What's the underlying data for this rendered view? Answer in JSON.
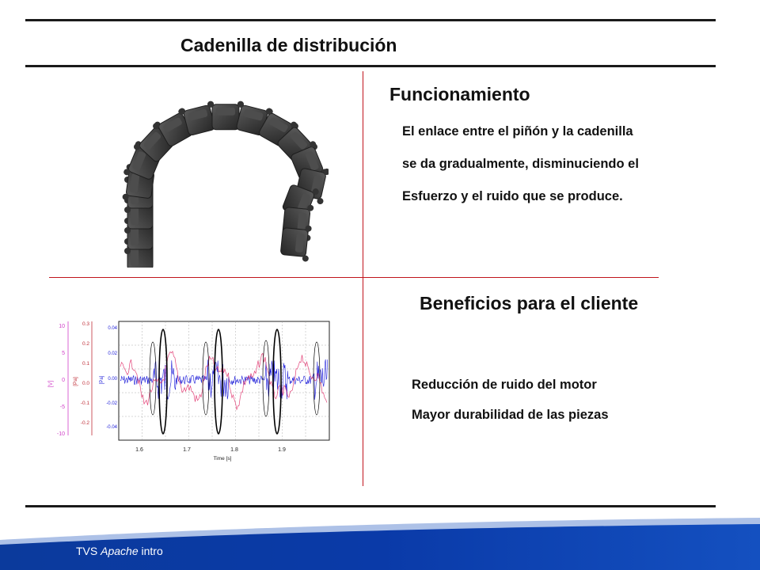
{
  "slide": {
    "title": "Cadenilla de distribución",
    "funcionamiento": {
      "heading": "Funcionamiento",
      "lines": [
        "El enlace entre el piñón y la cadenilla",
        "se da gradualmente, disminuciendo el",
        "Esfuerzo y el ruido que se produce."
      ]
    },
    "beneficios": {
      "heading": "Beneficios para el cliente",
      "items": [
        "Reducción de ruido del motor",
        "Mayor durabilidad de las piezas"
      ]
    },
    "footer": {
      "prefix": "TVS ",
      "italic": "Apache",
      "suffix": " intro"
    }
  },
  "plot": {
    "left_axis_ticks": [
      "10",
      "5",
      "0",
      "-5",
      "-10"
    ],
    "left_axis_label": "[V]",
    "mid_axis_ticks": [
      "0.3",
      "0.2",
      "0.1",
      "0.0",
      "-0.1",
      "-0.2"
    ],
    "mid_axis_label": "[Pa]",
    "inner_axis_ticks": [
      "0.04",
      "0.02",
      "0.00",
      "-0.02",
      "-0.04"
    ],
    "inner_axis_label": "[Pa]",
    "x_ticks": [
      "1.6",
      "1.7",
      "1.8",
      "1.9"
    ],
    "x_label": "Time [s]"
  },
  "colors": {
    "rule": "#1a1a1a",
    "divider": "#c0141c",
    "footer_blue": "#0b3a9c",
    "chain_dark": "#3b3b3b",
    "signal_blue": "#1b1bd8",
    "signal_red": "#e0306a"
  }
}
